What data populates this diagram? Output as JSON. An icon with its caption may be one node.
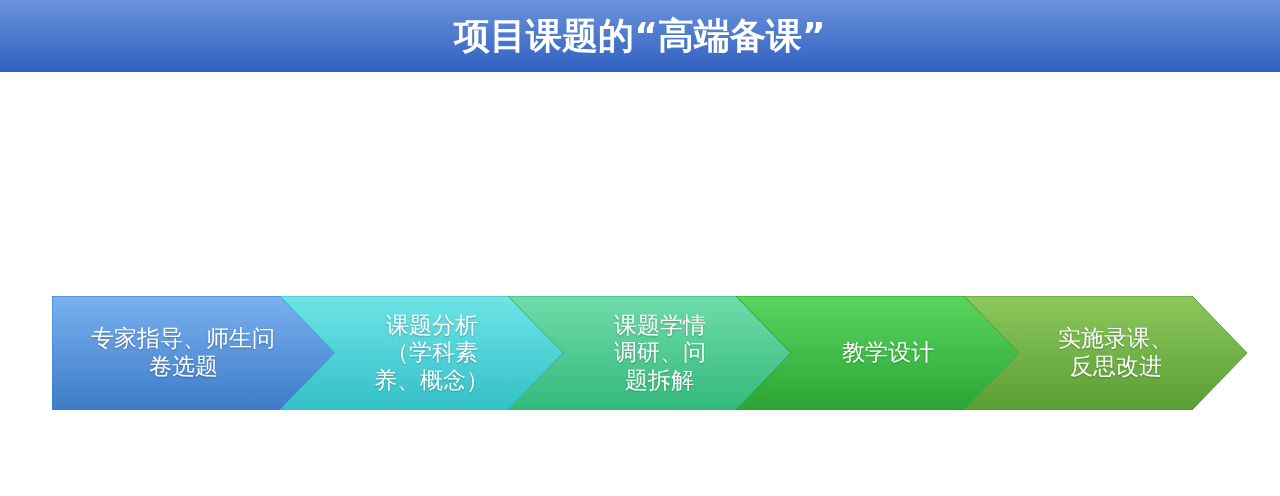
{
  "diagram": {
    "title": "项目课题的“高端备课”",
    "nodes": [
      {
        "text": [
          "专家指导、师生问卷选题"
        ]
      },
      {
        "text": [
          "课题分析（学科素养、概念）"
        ]
      },
      {
        "text": [
          "课题学情调研、问题拆解"
        ]
      },
      {
        "text": [
          "教学设计"
        ]
      },
      {
        "text": [
          "实施录课、反思改进"
        ]
      }
    ]
  }
}
